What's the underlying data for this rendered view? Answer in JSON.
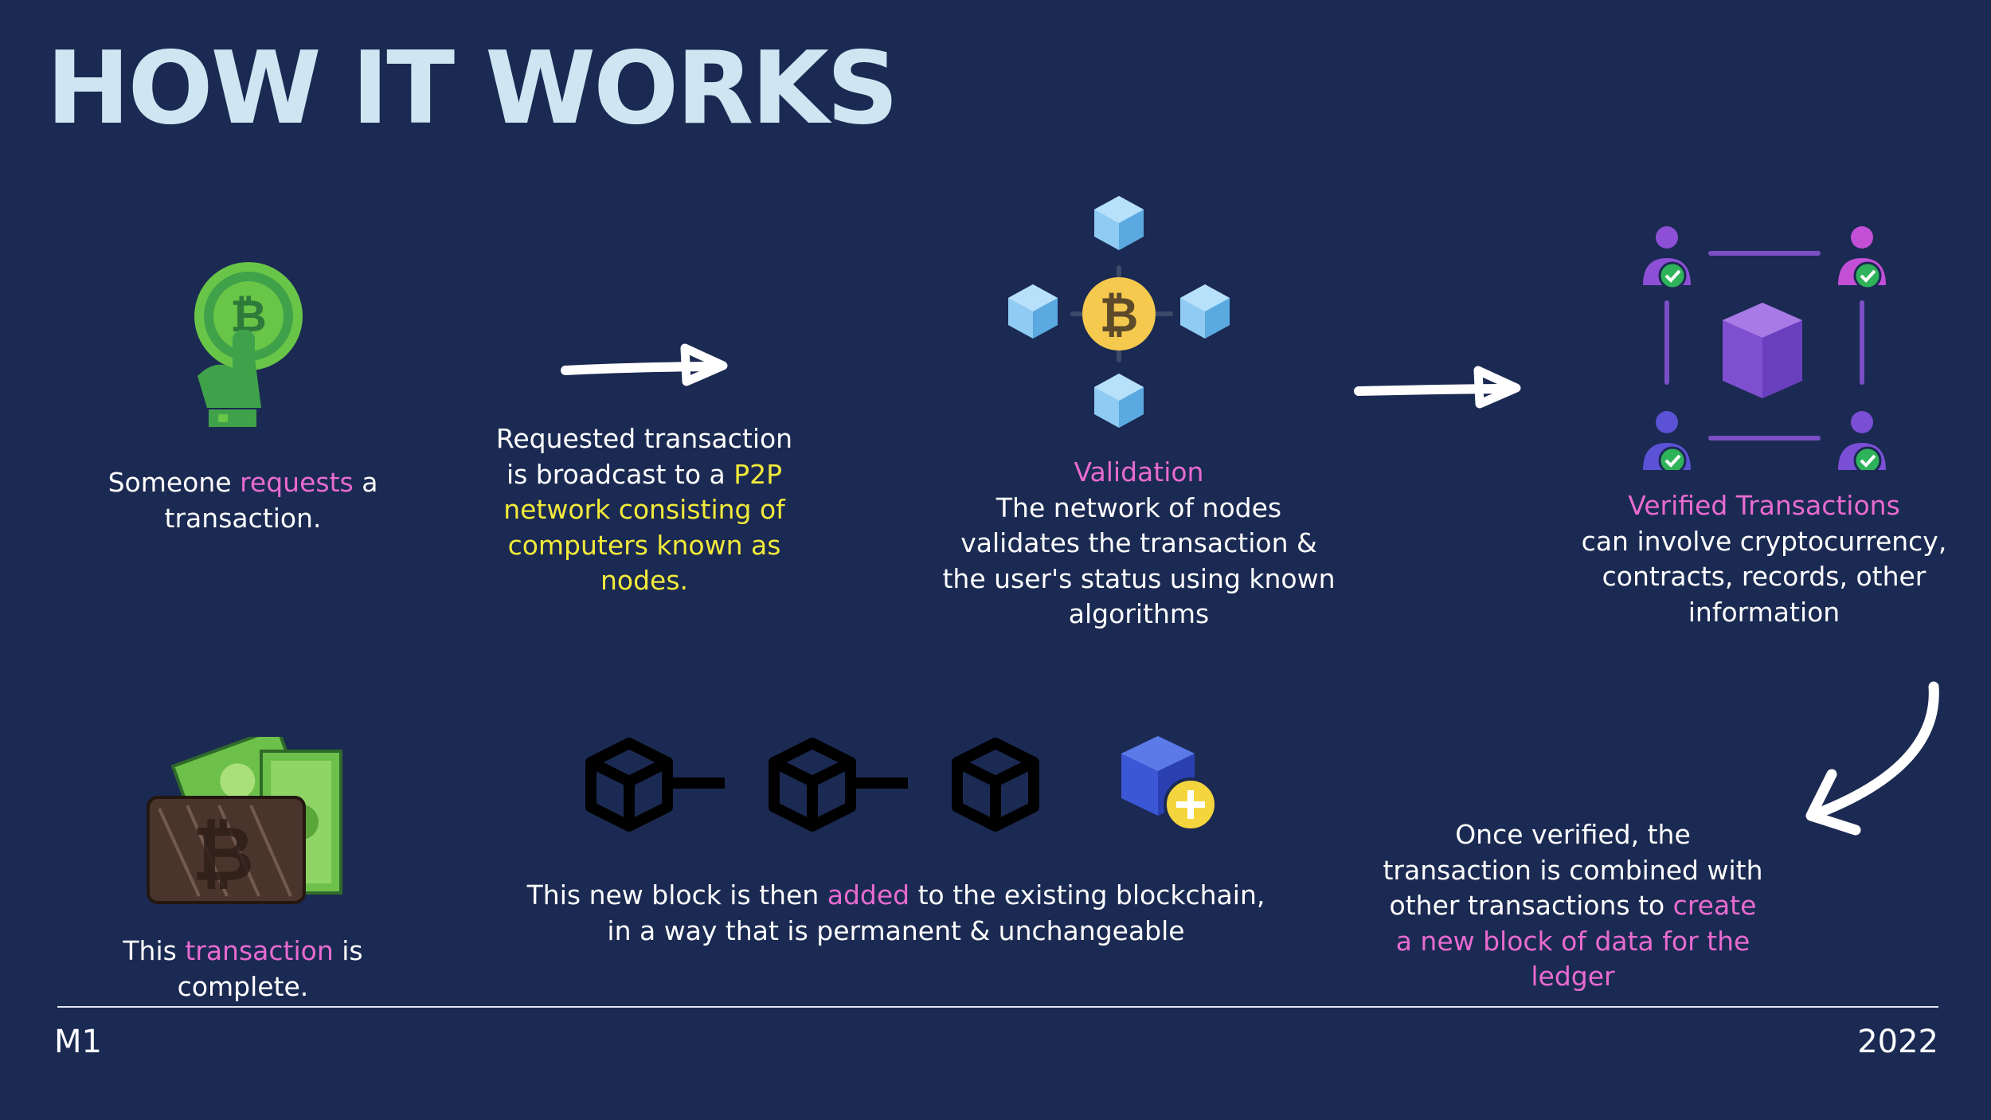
{
  "title": "HOW IT WORKS",
  "steps": {
    "request": {
      "before": "Someone ",
      "highlight": "requests",
      "after": " a transaction."
    },
    "broadcast": {
      "before": "Requested transaction is broadcast to a ",
      "highlight": "P2P network consisting of computers known as nodes."
    },
    "validation": {
      "heading": "Validation",
      "body": "The network of nodes validates the transaction & the user's status using known algorithms"
    },
    "verified": {
      "heading": "Verified Transactions",
      "body": "can involve cryptocurrency, contracts, records, other information"
    },
    "new_block": {
      "before": "Once verified, the transaction is combined with other transactions to ",
      "highlight": "create a new block of data for the ledger"
    },
    "added": {
      "before": "This new block is then ",
      "highlight": "added",
      "after": " to the existing blockchain, in a way that is permanent & unchangeable"
    },
    "complete": {
      "before": "This ",
      "highlight": "transaction",
      "after": " is complete."
    }
  },
  "icons": {
    "request": "bitcoin-tap-icon",
    "validation": "bitcoin-network-icon",
    "verified": "verified-users-block-icon",
    "chain": "blockchain-icon",
    "add_block": "add-block-icon",
    "wallet": "wallet-money-icon"
  },
  "colors": {
    "background": "#1b2a52",
    "title": "#cde6f2",
    "highlight_pink": "#e86bd0",
    "highlight_yellow": "#f2ea3a"
  },
  "footer": {
    "left": "M1",
    "right": "2022"
  }
}
